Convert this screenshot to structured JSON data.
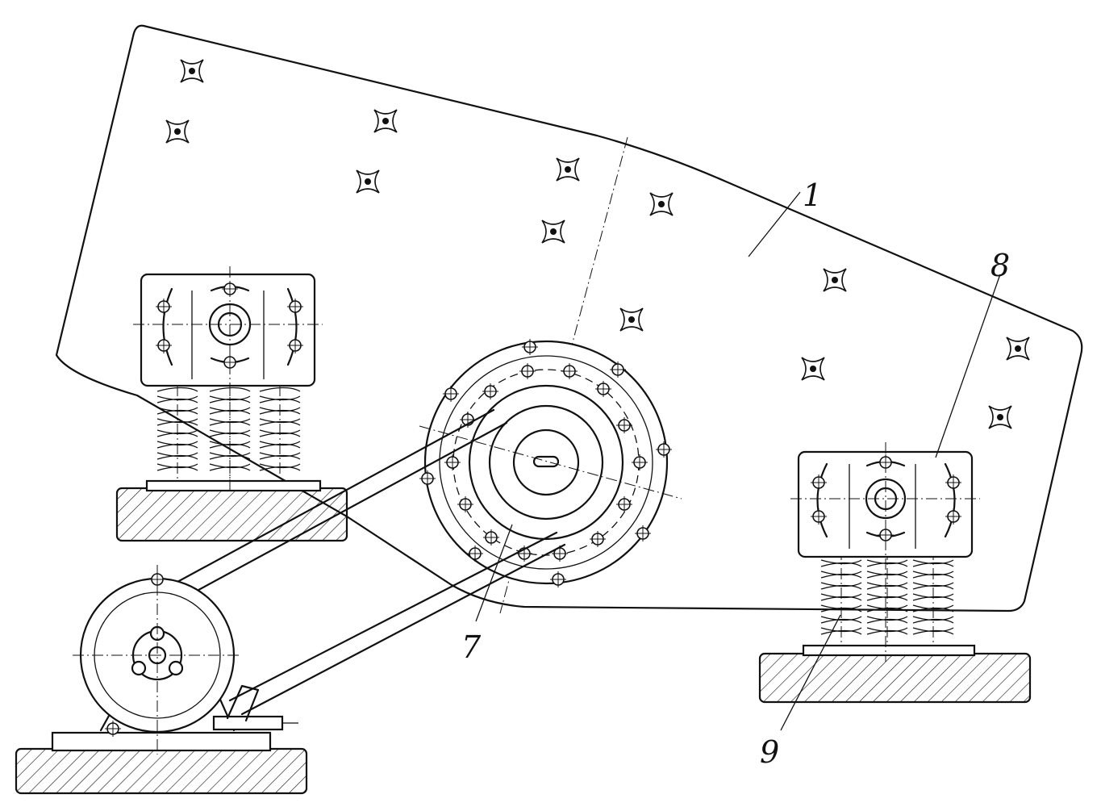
{
  "callouts": {
    "screen_box": "1",
    "spring_support": "8",
    "vibrator_pulley": "7",
    "spring": "9"
  }
}
